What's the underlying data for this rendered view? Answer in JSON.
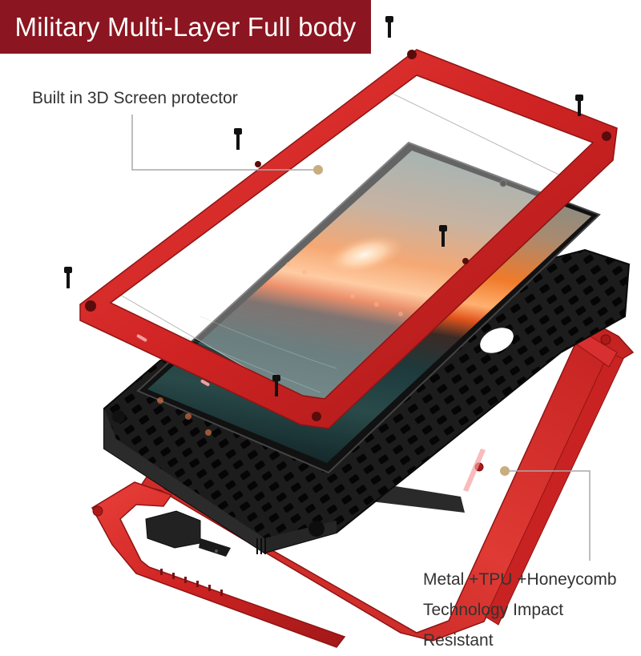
{
  "banner": {
    "title": "Military Multi-Layer Full body",
    "background_color": "#8b1520",
    "text_color": "#ffffff"
  },
  "callouts": {
    "screen_protector": {
      "text": "Built in 3D Screen protector",
      "dot_color": "#c8ad7f"
    },
    "material": {
      "lines": [
        "Metal +TPU +Honeycomb",
        "Technology Impact",
        "Resistant"
      ],
      "dot_color": "#c8ad7f"
    }
  },
  "product": {
    "components": [
      "red-metal-front-frame",
      "3d-screen-protector",
      "phone-with-sunset-wallpaper",
      "black-tpu-honeycomb-case",
      "red-metal-back-frame",
      "port-plug",
      "screws"
    ],
    "colors": {
      "metal_red": "#d42a2a",
      "metal_red_dark": "#9a1616",
      "tpu_black": "#1e1e1e",
      "callout_line": "#a9a9a9"
    }
  }
}
